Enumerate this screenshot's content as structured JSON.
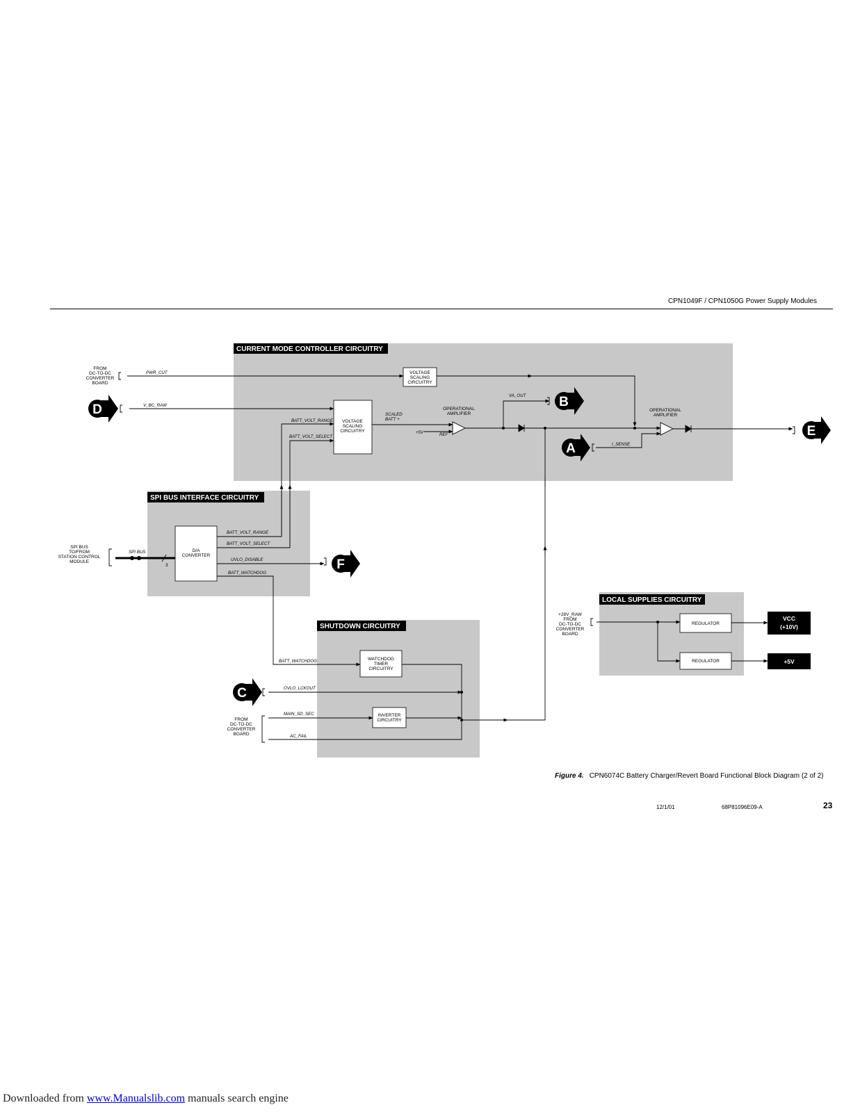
{
  "header": {
    "title": "CPN1049F / CPN1050G Power Supply Modules"
  },
  "sections": {
    "current_mode": "CURRENT MODE CONTROLLER CIRCUITRY",
    "spi_bus": "SPI BUS INTERFACE CIRCUITRY",
    "shutdown": "SHUTDOWN CIRCUITRY",
    "local_supplies": "LOCAL SUPPLIES CIRCUITRY"
  },
  "blocks": {
    "voltage_scaling_top": [
      "VOLTAGE",
      "SCALING",
      "CIRCUITRY"
    ],
    "voltage_scaling_main": [
      "VOLTAGE",
      "SCALING",
      "CIRCUITRY"
    ],
    "op_amp_1": [
      "OPERATIONAL",
      "AMPLIFIER"
    ],
    "op_amp_2": [
      "OPERATIONAL",
      "AMPLIFIER"
    ],
    "da_converter": [
      "D/A",
      "CONVERTER"
    ],
    "watchdog": [
      "WATCHDOG",
      "TIMER",
      "CIRCUITRY"
    ],
    "inverter": [
      "INVERTER",
      "CIRCUITRY"
    ],
    "regulator_1": "REGULATOR",
    "regulator_2": "REGULATOR",
    "vcc_out": [
      "VCC",
      "(+10V)"
    ],
    "plus5v_out": "+5V"
  },
  "sources": {
    "from_dc_top": [
      "FROM",
      "DC-TO-DC",
      "CONVERTER",
      "BOARD"
    ],
    "spi_bus": [
      "SPI BUS",
      "TO/FROM",
      "STATION CONTROL",
      "MODULE"
    ],
    "from_dc_bottom": [
      "FROM",
      "DC-TO-DC",
      "CONVERTER",
      "BOARD"
    ],
    "from_dc_local": [
      "+28V_RAW",
      "FROM",
      "DC-TO-DC",
      "CONVERTER",
      "BOARD"
    ]
  },
  "signals": {
    "pwr_cut": "PWR_CUT",
    "v_bc_raw": "V_BC_RAW",
    "batt_volt_range_1": "BATT_VOLT_RANGE",
    "batt_volt_select_1": "BATT_VOLT_SELECT",
    "scaled_batt": [
      "SCALED",
      "BATT +"
    ],
    "plus5v": "+5V",
    "ref": "REF",
    "va_out": "VA_OUT",
    "i_sense": "I_SENSE",
    "spi_bus": "SPI BUS",
    "bus_width": "3",
    "batt_volt_range_2": "BATT_VOLT_RANGE",
    "batt_volt_select_2": "BATT_VOLT_SELECT",
    "uvlo_disable": "UVLO_DISABLE",
    "batt_watchdog_1": "BATT_WATCHDOG",
    "batt_watchdog_2": "BATT_WATCHDOG",
    "ovlo_lckout": "OVLO_LCKOUT",
    "main_sd_sec": "MAIN_SD_SEC",
    "ac_fail": "AC_FAIL"
  },
  "connectors": {
    "a": "A",
    "b": "B",
    "c": "C",
    "d": "D",
    "e": "E",
    "f": "F"
  },
  "caption": {
    "figure": "Figure 4.",
    "text": "CPN6074C Battery Charger/Revert Board Functional Block Diagram (2 of 2)"
  },
  "footer": {
    "date": "12/1/01",
    "doc": "68P81096E09-A",
    "page": "23"
  },
  "download": {
    "prefix": "Downloaded from ",
    "link": "www.Manualslib.com",
    "suffix": " manuals search engine"
  },
  "colors": {
    "section_fill": "#c8c8c8",
    "title_fill": "#000000",
    "block_fill": "#ffffff"
  }
}
